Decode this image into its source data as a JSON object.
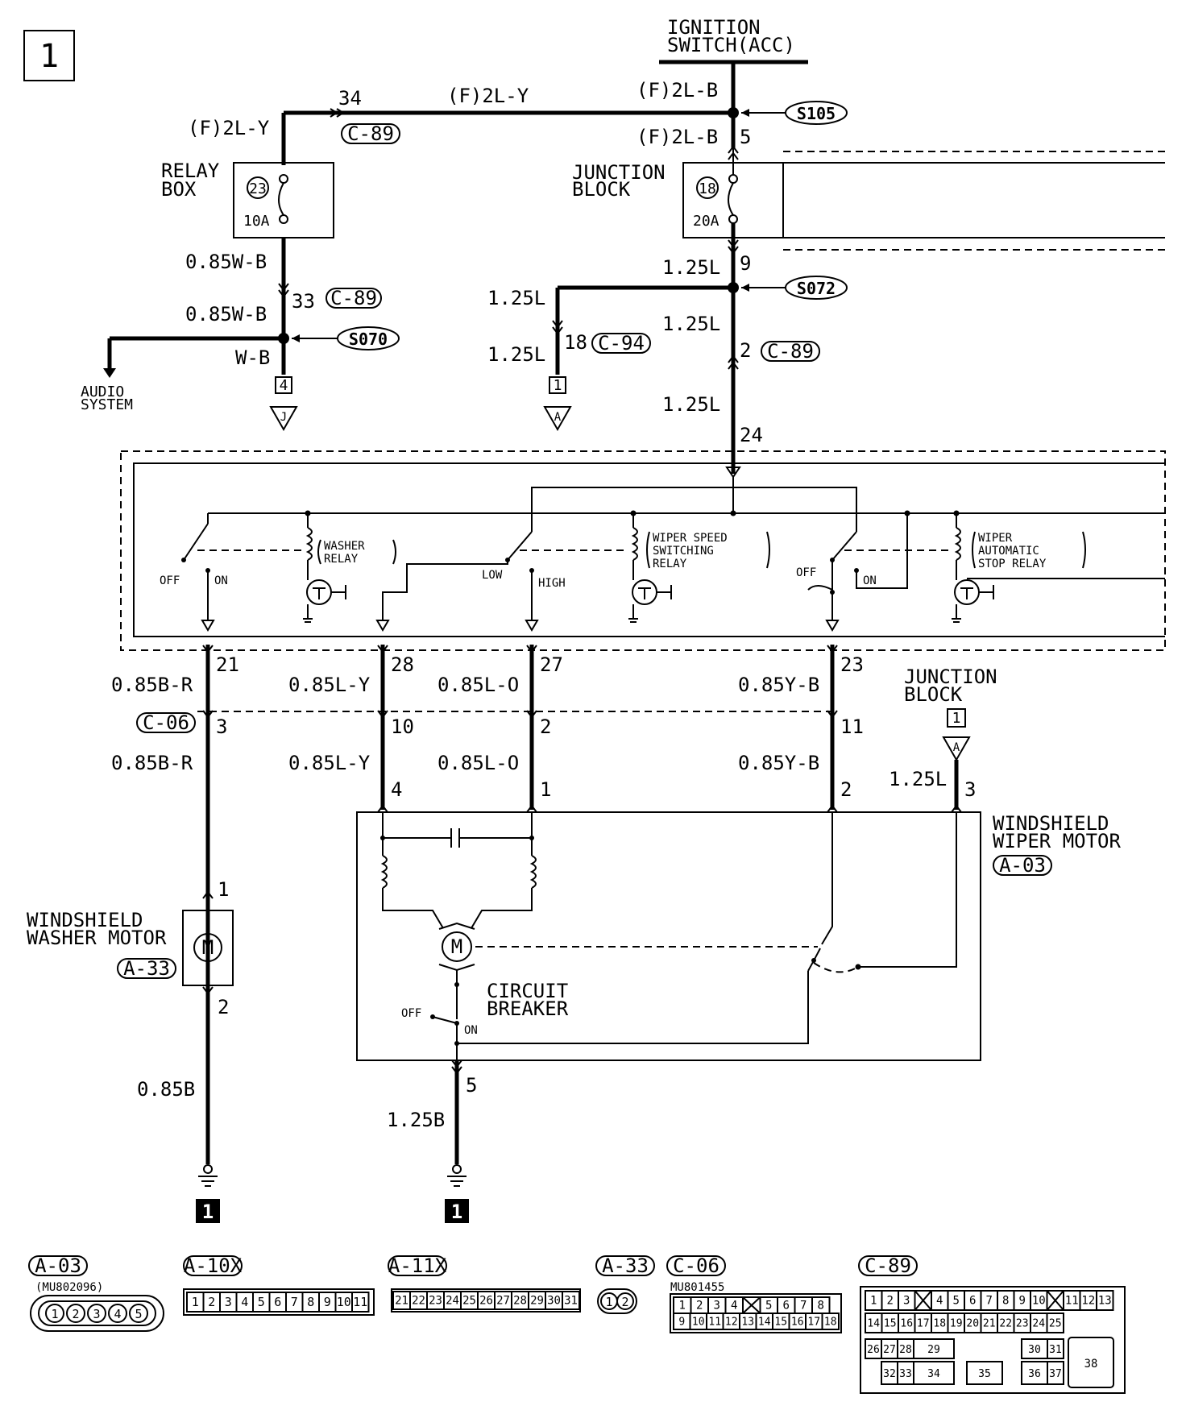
{
  "page_number": "1",
  "ignition": {
    "line1": "IGNITION",
    "line2": "SWITCH(ACC)"
  },
  "wires": {
    "f2ly_a": "(F)2L-Y",
    "f2ly_b": "(F)2L-Y",
    "f2lb_a": "(F)2L-B",
    "f2lb_b": "(F)2L-B",
    "w085wb_a": "0.85W-B",
    "w085wb_b": "0.85W-B",
    "wb": "W-B",
    "l125_a": "1.25L",
    "l125_b": "1.25L",
    "l125_c": "1.25L",
    "l125_d": "1.25L",
    "l125_e": "1.25L",
    "br085_a": "0.85B-R",
    "br085_b": "0.85B-R",
    "ly085_a": "0.85L-Y",
    "ly085_b": "0.85L-Y",
    "lo085_a": "0.85L-O",
    "lo085_b": "0.85L-O",
    "yb085_a": "0.85Y-B",
    "yb085_b": "0.85Y-B",
    "l125_jb": "1.25L",
    "b085": "0.85B",
    "b125": "1.25B"
  },
  "pins": {
    "p34": "34",
    "p5": "5",
    "p9": "9",
    "p33": "33",
    "p18": "18",
    "p2": "2",
    "p24": "24",
    "p21": "21",
    "p28": "28",
    "p27": "27",
    "p23": "23",
    "p3": "3",
    "p10": "10",
    "p2b": "2",
    "p11": "11",
    "p4": "4",
    "p1": "1",
    "p2c": "2",
    "p3b": "3",
    "pm1": "1",
    "pm2": "2",
    "p5b": "5"
  },
  "connectors": {
    "c89_top": "C-89",
    "c89_mid": "C-89",
    "c89_low": "C-89",
    "c94": "C-94",
    "c06": "C-06",
    "a03": "A-03",
    "a33": "A-33"
  },
  "splices": {
    "s105": "S105",
    "s072": "S072",
    "s070": "S070"
  },
  "relay_box": {
    "line1": "RELAY",
    "line2": "BOX",
    "fuse_no": "23",
    "fuse_rating": "10A"
  },
  "junction_block_top": {
    "line1": "JUNCTION",
    "line2": "BLOCK",
    "fuse_no": "18",
    "fuse_rating": "20A"
  },
  "junction_block_right": {
    "line1": "JUNCTION",
    "line2": "BLOCK",
    "ref": "1",
    "ref_letter": "A"
  },
  "audio": {
    "line1": "AUDIO",
    "line2": "SYSTEM"
  },
  "refs": {
    "box4": "4",
    "box4_letter": "J",
    "box1": "1",
    "box1_letter": "A"
  },
  "relays": {
    "washer": {
      "line1": "WASHER",
      "line2": "RELAY",
      "off": "OFF",
      "on": "ON"
    },
    "speed": {
      "line1": "WIPER SPEED",
      "line2": "SWITCHING",
      "line3": "RELAY",
      "low": "LOW",
      "high": "HIGH"
    },
    "auto": {
      "line1": "WIPER",
      "line2": "AUTOMATIC",
      "line3": "STOP RELAY",
      "off": "OFF",
      "on": "ON"
    }
  },
  "wiper_motor": {
    "line1": "WINDSHIELD",
    "line2": "WIPER MOTOR",
    "motor": "M"
  },
  "washer_motor": {
    "line1": "WINDSHIELD",
    "line2": "WASHER MOTOR",
    "motor": "M"
  },
  "breaker": {
    "line1": "CIRCUIT",
    "line2": "BREAKER",
    "off": "OFF",
    "on": "ON"
  },
  "ground": {
    "g1": "1",
    "g2": "1"
  },
  "bottom_connectors": {
    "a03": {
      "label": "A-03",
      "part": "(MU802096)",
      "pins": [
        "1",
        "2",
        "3",
        "4",
        "5"
      ]
    },
    "a10x": {
      "label": "A-10X",
      "pins": [
        "1",
        "2",
        "3",
        "4",
        "5",
        "6",
        "7",
        "8",
        "9",
        "10",
        "11"
      ]
    },
    "a11x": {
      "label": "A-11X",
      "pins": [
        "21",
        "22",
        "23",
        "24",
        "25",
        "26",
        "27",
        "28",
        "29",
        "30",
        "31"
      ]
    },
    "a33": {
      "label": "A-33",
      "pins": [
        "1",
        "2"
      ]
    },
    "c06": {
      "label": "C-06",
      "part": "MU801455",
      "row1": [
        "1",
        "2",
        "3",
        "4",
        "",
        "5",
        "6",
        "7",
        "8"
      ],
      "row2": [
        "9",
        "10",
        "11",
        "12",
        "13",
        "14",
        "15",
        "16",
        "17",
        "18"
      ]
    },
    "c89": {
      "label": "C-89",
      "row1": [
        "1",
        "2",
        "3",
        "",
        "4",
        "5",
        "6",
        "7",
        "8",
        "9",
        "10",
        "",
        "11",
        "12",
        "13"
      ],
      "row2": [
        "14",
        "15",
        "16",
        "17",
        "18",
        "19",
        "20",
        "21",
        "22",
        "23",
        "24",
        "25"
      ],
      "row3": [
        "26",
        "27",
        "28",
        "29",
        "30",
        "31"
      ],
      "row4": [
        "32",
        "33",
        "34",
        "35",
        "36",
        "37"
      ],
      "big": "38"
    }
  }
}
